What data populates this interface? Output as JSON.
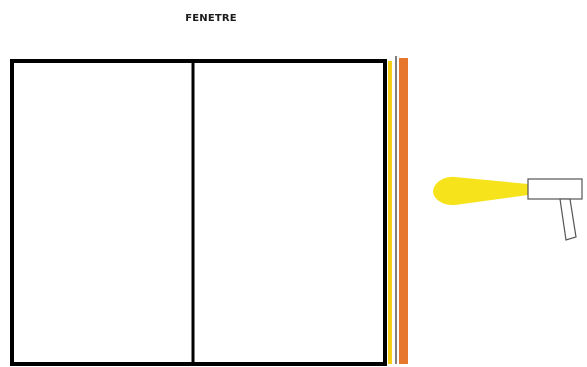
{
  "diagram": {
    "title": "FENETRE",
    "colors": {
      "frame": "#000000",
      "wall_yellow": "#f5cf17",
      "wall_orange": "#e8772e",
      "wall_gray": "#7f7f7f",
      "spray": "#f7e31c",
      "gun_outline": "#555555",
      "background": "#ffffff"
    },
    "components": {
      "window": "window-frame",
      "wall": "wall-layers",
      "tool": "spray-gun-icon"
    }
  }
}
